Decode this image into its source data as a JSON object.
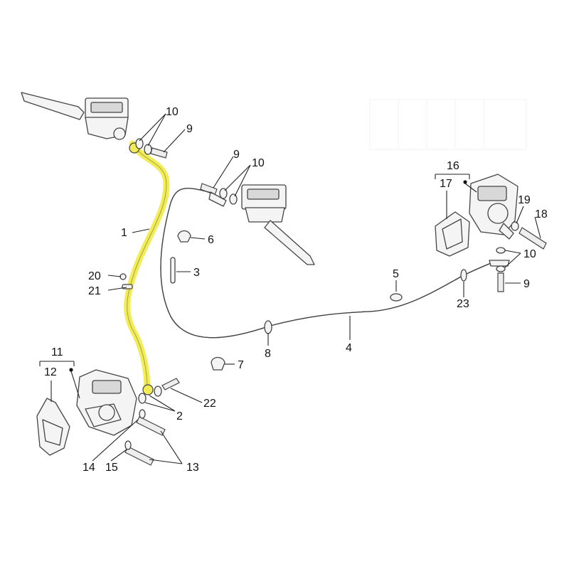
{
  "highlight_color": "#f2ec55",
  "callouts": {
    "c1": "1",
    "c2": "2",
    "c3": "3",
    "c4": "4",
    "c5": "5",
    "c6": "6",
    "c7": "7",
    "c8": "8",
    "c9a": "9",
    "c9b": "9",
    "c9c": "9",
    "c10a": "10",
    "c10b": "10",
    "c10c": "10",
    "c11": "11",
    "c12": "12",
    "c13": "13",
    "c14": "14",
    "c15": "15",
    "c16": "16",
    "c17": "17",
    "c18": "18",
    "c19": "19",
    "c20": "20",
    "c21": "21",
    "c22": "22",
    "c23": "23"
  }
}
